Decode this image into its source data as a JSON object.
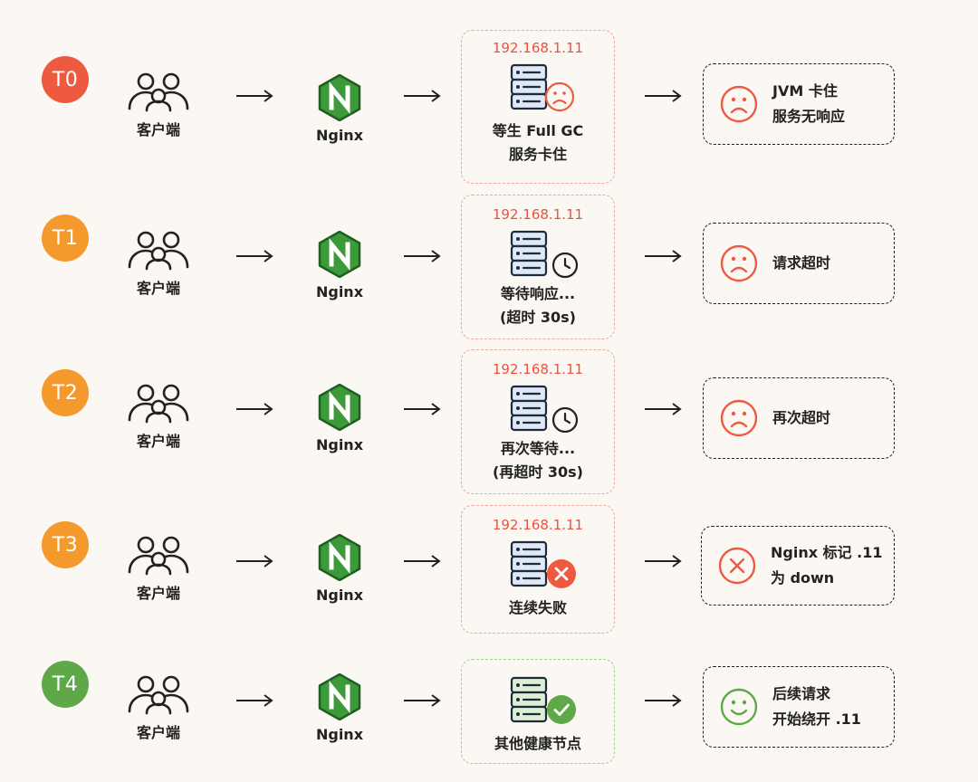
{
  "colors": {
    "red": "#ee5a3f",
    "orange": "#f49a2c",
    "green": "#5fa84a",
    "nginx_green": "#3d9a3a",
    "ip_red": "#e8533f"
  },
  "rows": [
    {
      "badge": "T0",
      "badge_color": "#ee5a3f",
      "client_label": "客户端",
      "nginx_label": "Nginx",
      "server_ip": "192.168.1.11",
      "server_status_icon": "sad-face-icon",
      "server_line1": "等生 Full GC",
      "server_line2": "服务卡住",
      "result_icon": "sad-face-icon",
      "result_line1": "JVM 卡住",
      "result_line2": "服务无响应"
    },
    {
      "badge": "T1",
      "badge_color": "#f49a2c",
      "client_label": "客户端",
      "nginx_label": "Nginx",
      "server_ip": "192.168.1.11",
      "server_status_icon": "clock-icon",
      "server_line1": "等待响应...",
      "server_line2": "(超时 30s)",
      "result_icon": "sad-face-icon",
      "result_line1": "请求超时",
      "result_line2": ""
    },
    {
      "badge": "T2",
      "badge_color": "#f49a2c",
      "client_label": "客户端",
      "nginx_label": "Nginx",
      "server_ip": "192.168.1.11",
      "server_status_icon": "clock-icon",
      "server_line1": "再次等待...",
      "server_line2": "(再超时 30s)",
      "result_icon": "sad-face-icon",
      "result_line1": "再次超时",
      "result_line2": ""
    },
    {
      "badge": "T3",
      "badge_color": "#f49a2c",
      "client_label": "客户端",
      "nginx_label": "Nginx",
      "server_ip": "192.168.1.11",
      "server_status_icon": "error-x-icon",
      "server_line1": "连续失败",
      "server_line2": "",
      "result_icon": "x-circle-icon",
      "result_line1": "Nginx 标记 .11",
      "result_line2": "为 down"
    },
    {
      "badge": "T4",
      "badge_color": "#5fa84a",
      "client_label": "客户端",
      "nginx_label": "Nginx",
      "server_ip": "",
      "server_status_icon": "check-circle-icon",
      "server_line1": "其他健康节点",
      "server_line2": "",
      "result_icon": "smile-face-icon",
      "result_line1": "后续请求",
      "result_line2": "开始绕开 .11"
    }
  ]
}
